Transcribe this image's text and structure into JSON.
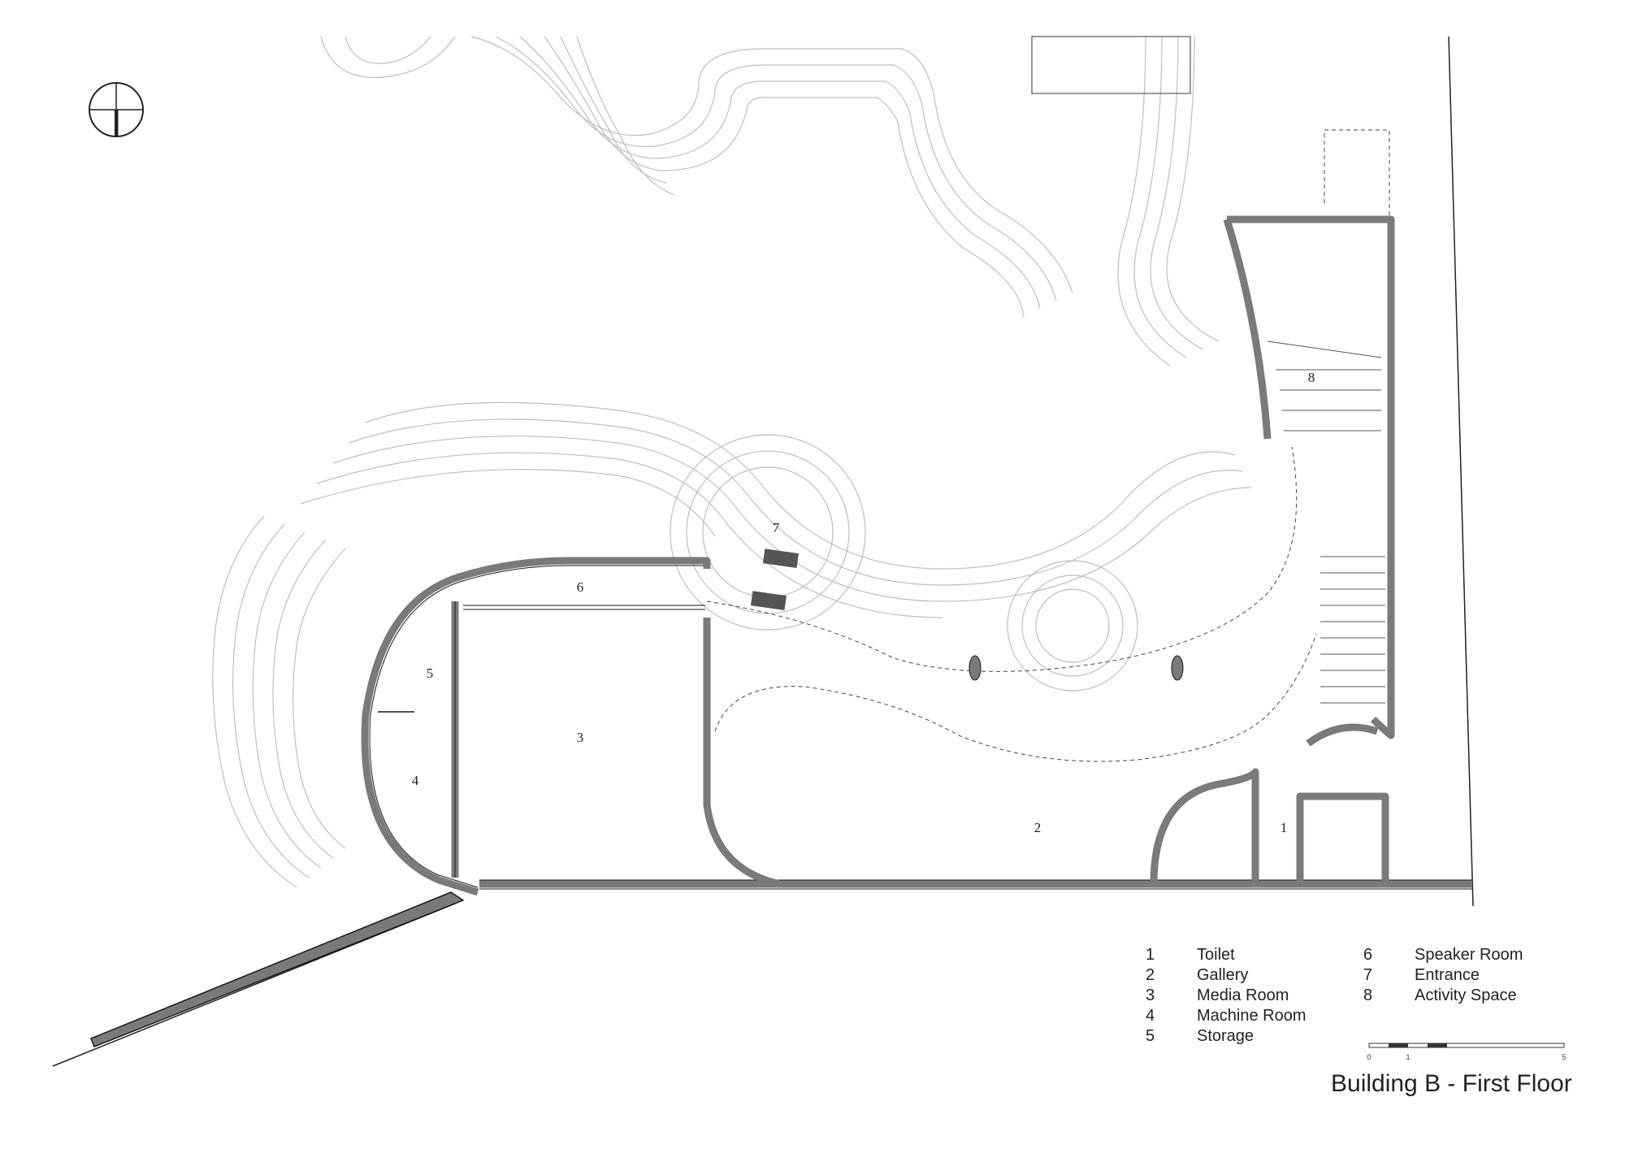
{
  "title": "Building B - First Floor",
  "room_labels": [
    {
      "num": "1"
    },
    {
      "num": "2"
    },
    {
      "num": "3"
    },
    {
      "num": "4"
    },
    {
      "num": "5"
    },
    {
      "num": "6"
    },
    {
      "num": "7"
    },
    {
      "num": "8"
    }
  ],
  "legend": {
    "left": [
      {
        "num": "1",
        "label": "Toilet"
      },
      {
        "num": "2",
        "label": "Gallery"
      },
      {
        "num": "3",
        "label": "Media Room"
      },
      {
        "num": "4",
        "label": "Machine Room"
      },
      {
        "num": "5",
        "label": "Storage"
      }
    ],
    "right": [
      {
        "num": "6",
        "label": "Speaker Room"
      },
      {
        "num": "7",
        "label": "Entrance"
      },
      {
        "num": "8",
        "label": "Activity Space"
      }
    ]
  },
  "scale_bar": {
    "ticks": [
      "0",
      "1",
      "5"
    ]
  },
  "north_arrow": {
    "icon": "north-arrow-icon"
  },
  "colors": {
    "wall_fill": "#7a7a7a",
    "wall_stroke": "#1a1a1a",
    "deck_lines": "#b8b8b8"
  }
}
